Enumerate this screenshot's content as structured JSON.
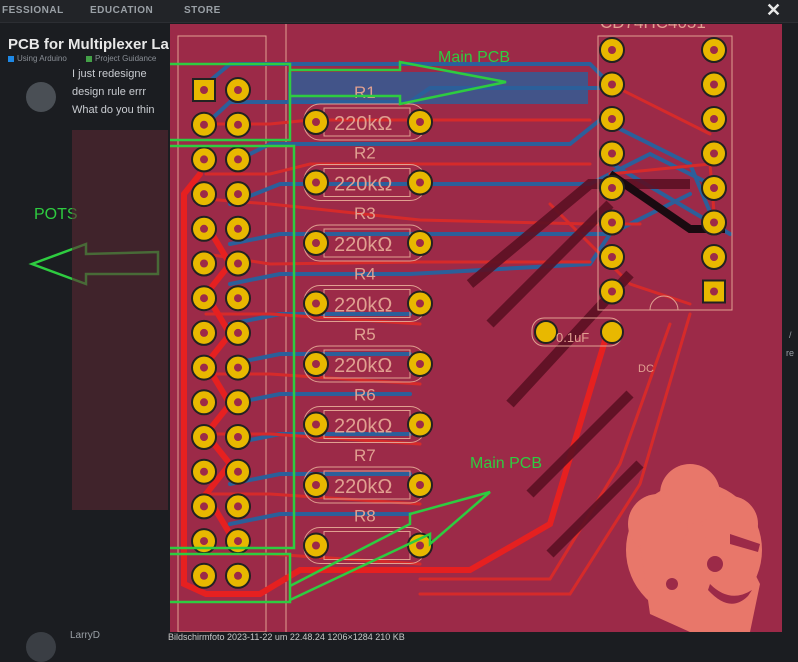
{
  "nav": {
    "items": [
      "FESSIONAL",
      "EDUCATION",
      "STORE"
    ]
  },
  "thread": {
    "title": "PCB for Multiplexer La",
    "categories": [
      {
        "label": "Using Arduino",
        "color": "#1e88e5"
      },
      {
        "label": "Project Guidance",
        "color": "#43a047"
      }
    ]
  },
  "post": {
    "lines": [
      "I just redesigne",
      "design rule errr",
      "What do you thin"
    ]
  },
  "lightbox": {
    "close_label": "✕",
    "footer": "Bildschirmfoto 2023-11-22 um 22.48.24   1206×1284 210 KB"
  },
  "reply": {
    "author": "LarryD"
  },
  "side": {
    "mark1": "/",
    "mark2": "re"
  },
  "pcb": {
    "annotation_main_pcb_top": "Main PCB",
    "annotation_main_pcb_bottom": "Main PCB",
    "annotation_pots": "POTS",
    "ic_label": "CD74HC4051",
    "capacitor_value": "0.1uF",
    "dc_label": "DC",
    "resistors": [
      {
        "ref": "R1",
        "value": "220kΩ"
      },
      {
        "ref": "R2",
        "value": "220kΩ"
      },
      {
        "ref": "R3",
        "value": "220kΩ"
      },
      {
        "ref": "R4",
        "value": "220kΩ"
      },
      {
        "ref": "R5",
        "value": "220kΩ"
      },
      {
        "ref": "R6",
        "value": "220kΩ"
      },
      {
        "ref": "R7",
        "value": "220kΩ"
      },
      {
        "ref": "R8",
        "value": ""
      }
    ]
  }
}
